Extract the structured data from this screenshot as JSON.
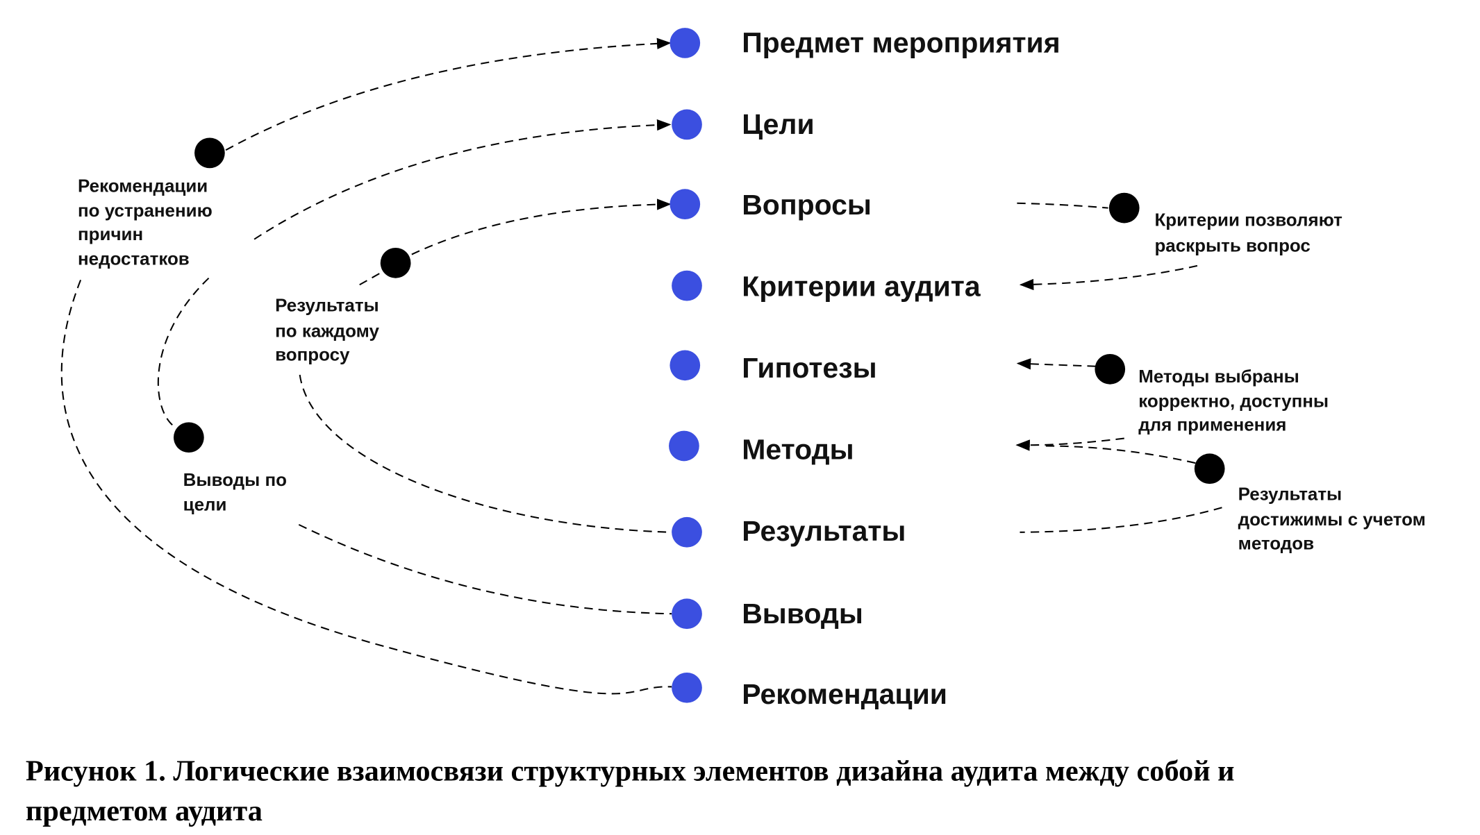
{
  "items": [
    "Предмет мероприятия",
    "Цели",
    "Вопросы",
    "Критерии аудита",
    "Гипотезы",
    "Методы",
    "Результаты",
    "Выводы",
    "Рекомендации"
  ],
  "notes": {
    "recommendations": [
      "Рекомендации",
      "по устранению",
      "причин",
      "недостатков"
    ],
    "results_per_question": [
      "Результаты",
      "по каждому",
      "вопросу"
    ],
    "conclusions_per_goal": [
      "Выводы по",
      "цели"
    ],
    "criteria": [
      "Критерии позволяют",
      "раскрыть вопрос"
    ],
    "methods": [
      "Методы выбраны",
      "корректно, доступны",
      "для применения"
    ],
    "results": [
      "Результаты",
      "достижимы с учетом",
      "методов"
    ]
  },
  "caption": [
    "Рисунок 1. Логические взаимосвязи структурных элементов дизайна аудита между собой и",
    "предметом аудита"
  ],
  "colors": {
    "item_dot": "#3b4fe0",
    "note_dot": "#000000"
  }
}
